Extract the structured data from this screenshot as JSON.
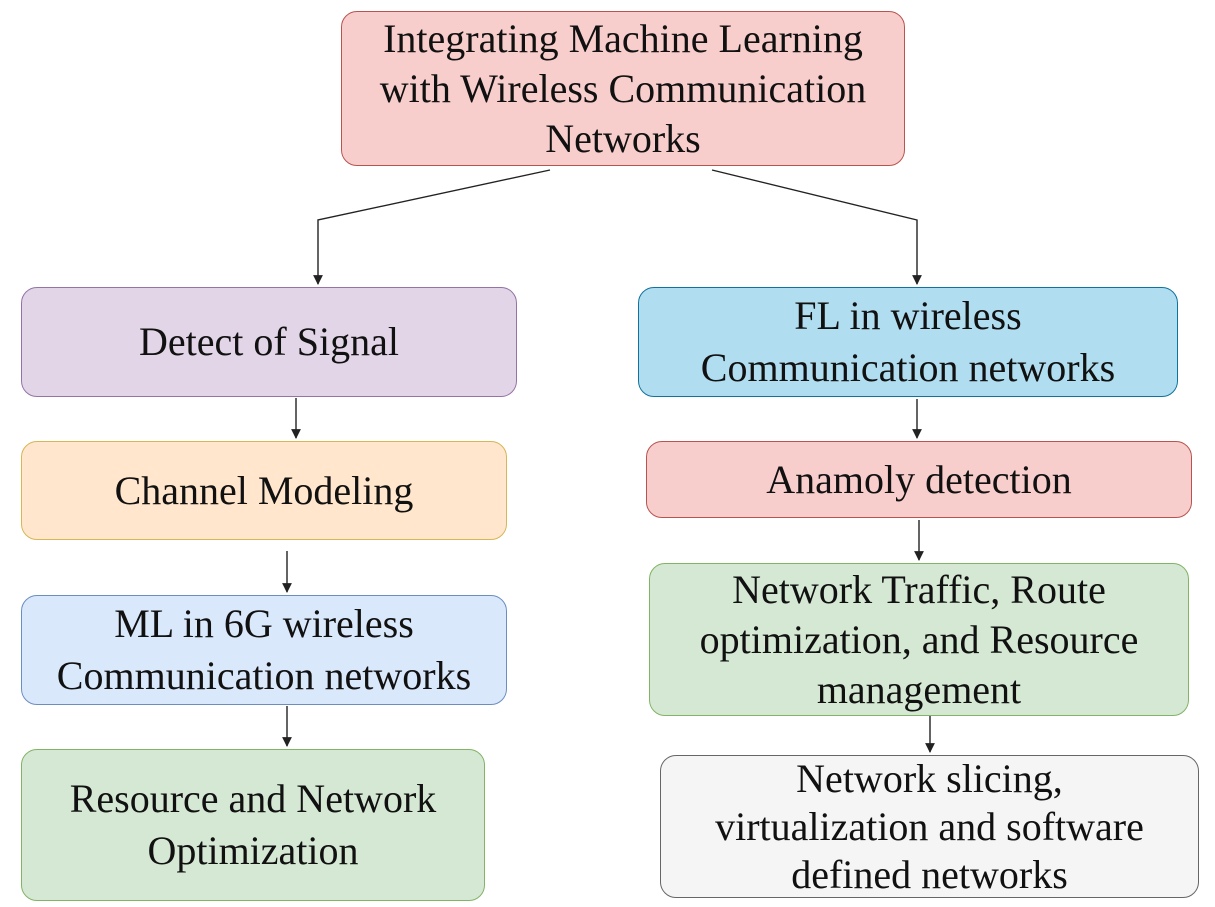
{
  "root": {
    "label": "Integrating Machine Learning\nwith Wireless Communication\nNetworks",
    "fill": "#f8cecc",
    "border": "#b85450"
  },
  "left_branch": [
    {
      "label": "Detect of Signal",
      "fill": "#e1d5e7",
      "border": "#9673a6"
    },
    {
      "label": "Channel Modeling",
      "fill": "#ffe6cc",
      "border": "#d6b656"
    },
    {
      "label": "ML in 6G wireless\nCommunication networks",
      "fill": "#dae8fc",
      "border": "#6c8ebf"
    },
    {
      "label": "Resource and Network\nOptimization",
      "fill": "#d5e8d4",
      "border": "#82b366"
    }
  ],
  "right_branch": [
    {
      "label": "FL in wireless\nCommunication networks",
      "fill": "#b1ddf0",
      "border": "#10739e"
    },
    {
      "label": "Anamoly detection",
      "fill": "#f8cecc",
      "border": "#b85450"
    },
    {
      "label": "Network Traffic, Route\noptimization, and Resource\nmanagement",
      "fill": "#d5e8d4",
      "border": "#82b366"
    },
    {
      "label": "Network slicing,\nvirtualization and software\ndefined networks",
      "fill": "#f5f5f5",
      "border": "#666666"
    }
  ],
  "connector_color": "#222222"
}
